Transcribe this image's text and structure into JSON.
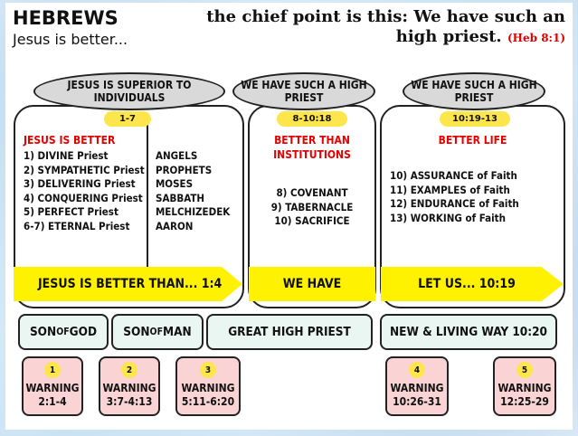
{
  "header": {
    "title": "HEBREWS",
    "subtitle": "Jesus is better...",
    "quote": "the chief point is this: We have such an high priest.",
    "quote_ref": "(Heb 8:1)"
  },
  "columns": [
    {
      "heading": "JESUS IS SUPERIOR TO INDIVIDUALS",
      "range": "1-7",
      "subheading": "JESUS IS BETTER",
      "left_items": [
        "1) DIVINE Priest",
        "2) SYMPATHETIC Priest",
        "3) DELIVERING Priest",
        "4) CONQUERING Priest",
        "5) PERFECT Priest",
        "6-7) ETERNAL Priest"
      ],
      "right_items": [
        "ANGELS",
        "PROPHETS",
        "MOSES",
        "SABBATH",
        "MELCHIZEDEK",
        "AARON"
      ],
      "banner": "JESUS IS BETTER THAN... 1:4"
    },
    {
      "heading": "WE HAVE SUCH A HIGH PRIEST",
      "range": "8-10:18",
      "subheading": "BETTER THAN INSTITUTIONS",
      "items": [
        "8) COVENANT",
        "9) TABERNACLE",
        "10) SACRIFICE"
      ],
      "banner": "WE HAVE"
    },
    {
      "heading": "WE HAVE SUCH A HIGH PRIEST",
      "range": "10:19-13",
      "subheading": "BETTER LIFE",
      "items": [
        "10) ASSURANCE of Faith",
        "11) EXAMPLES of Faith",
        "12) ENDURANCE of Faith",
        "13) WORKING of Faith"
      ],
      "banner": "LET US... 10:19"
    }
  ],
  "titles": {
    "son_of_god_a": "SON ",
    "son_of_god_b": "OF",
    "son_of_god_c": " GOD",
    "son_of_man_a": "SON ",
    "son_of_man_b": "OF",
    "son_of_man_c": " MAN",
    "great_high_priest": "GREAT HIGH PRIEST",
    "new_living_way": "NEW & LIVING WAY 10:20"
  },
  "warnings": [
    {
      "num": "1",
      "label": "WARNING",
      "ref": "2:1-4"
    },
    {
      "num": "2",
      "label": "WARNING",
      "ref": "3:7-4:13"
    },
    {
      "num": "3",
      "label": "WARNING",
      "ref": "5:11-6:20"
    },
    {
      "num": "4",
      "label": "WARNING",
      "ref": "10:26-31"
    },
    {
      "num": "5",
      "label": "WARNING",
      "ref": "12:25-29"
    }
  ],
  "colors": {
    "accent_yellow": "#fff200",
    "red_text": "#e60000",
    "warning_bg": "#fad4d4",
    "title_box_bg": "#e9f6f1"
  }
}
